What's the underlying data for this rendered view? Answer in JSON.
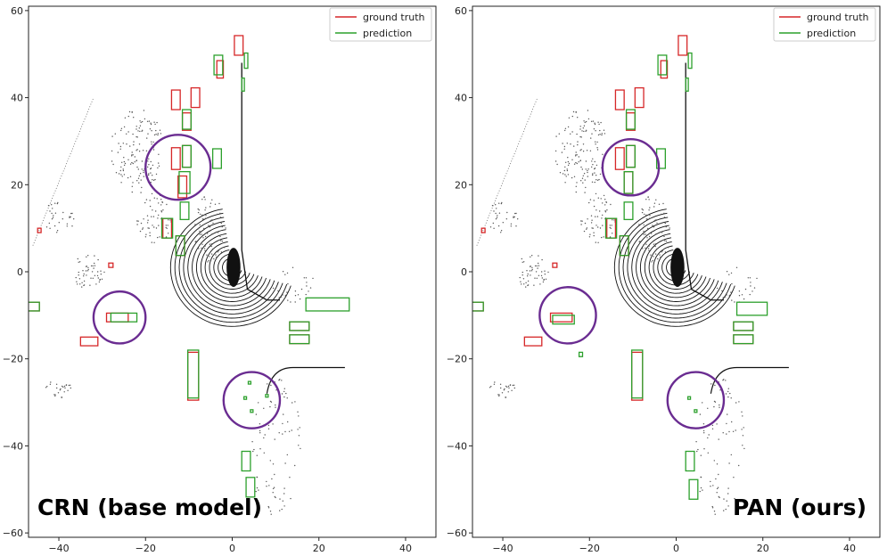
{
  "colors": {
    "ground_truth": "#d62728",
    "prediction": "#2ca02c",
    "highlight": "#6a2c91",
    "points": "#111111"
  },
  "chart_data": [
    {
      "type": "scatter",
      "caption": "CRN (base model)",
      "xlim": [
        -47,
        47
      ],
      "ylim": [
        -61,
        61
      ],
      "xticks": [
        "−40",
        "−20",
        "0",
        "20",
        "40"
      ],
      "yticks": [
        "60",
        "40",
        "20",
        "0",
        "−20",
        "−40",
        "−60"
      ],
      "legend": {
        "position": "top-right",
        "entries": [
          "ground truth",
          "prediction"
        ]
      },
      "ground_truth_boxes": [
        {
          "cx": 1.5,
          "cy": 52,
          "w": 2.0,
          "h": 4.5
        },
        {
          "cx": -2.8,
          "cy": 46.5,
          "w": 1.5,
          "h": 4.0
        },
        {
          "cx": -13,
          "cy": 39.5,
          "w": 2.0,
          "h": 4.5
        },
        {
          "cx": -8.5,
          "cy": 40,
          "w": 2.0,
          "h": 4.5
        },
        {
          "cx": -10.5,
          "cy": 34.5,
          "w": 2.0,
          "h": 4.0
        },
        {
          "cx": -13,
          "cy": 26,
          "w": 2.0,
          "h": 5.0
        },
        {
          "cx": -10.5,
          "cy": 26.5,
          "w": 2.0,
          "h": 5.0
        },
        {
          "cx": -11.5,
          "cy": 19.5,
          "w": 2.0,
          "h": 5.0
        },
        {
          "cx": -15,
          "cy": 10,
          "w": 2.0,
          "h": 4.5
        },
        {
          "cx": -12,
          "cy": 6,
          "w": 2.0,
          "h": 4.5
        },
        {
          "cx": -44.5,
          "cy": 9.5,
          "w": 0.8,
          "h": 1.0
        },
        {
          "cx": -28,
          "cy": 1.5,
          "w": 1.0,
          "h": 1.0
        },
        {
          "cx": -46,
          "cy": -8,
          "w": 3.0,
          "h": 2.0
        },
        {
          "cx": -26.5,
          "cy": -10.5,
          "w": 5.0,
          "h": 2.0
        },
        {
          "cx": -33,
          "cy": -16,
          "w": 4.0,
          "h": 2.0
        },
        {
          "cx": -9,
          "cy": -24,
          "w": 2.5,
          "h": 11.0
        },
        {
          "cx": 15.5,
          "cy": -12.5,
          "w": 4.5,
          "h": 2.0
        },
        {
          "cx": 15.5,
          "cy": -15.5,
          "w": 4.5,
          "h": 2.0
        }
      ],
      "prediction_boxes": [
        {
          "cx": -3.2,
          "cy": 47.5,
          "w": 2.0,
          "h": 4.5
        },
        {
          "cx": 3.2,
          "cy": 48.5,
          "w": 0.8,
          "h": 3.5
        },
        {
          "cx": 2.5,
          "cy": 43,
          "w": 0.6,
          "h": 3.0
        },
        {
          "cx": -10.5,
          "cy": 35,
          "w": 2.0,
          "h": 4.5
        },
        {
          "cx": -10.5,
          "cy": 26.5,
          "w": 2.0,
          "h": 5.0
        },
        {
          "cx": -3.5,
          "cy": 26,
          "w": 2.0,
          "h": 4.5
        },
        {
          "cx": -11,
          "cy": 20.5,
          "w": 2.5,
          "h": 5.0
        },
        {
          "cx": -11,
          "cy": 14,
          "w": 2.0,
          "h": 4.0
        },
        {
          "cx": -15,
          "cy": 10,
          "w": 2.5,
          "h": 4.5
        },
        {
          "cx": -12,
          "cy": 6,
          "w": 2.0,
          "h": 4.5
        },
        {
          "cx": -46,
          "cy": -8,
          "w": 3.0,
          "h": 2.0
        },
        {
          "cx": -25,
          "cy": -10.5,
          "w": 6.0,
          "h": 2.0
        },
        {
          "cx": -9,
          "cy": -23.5,
          "w": 2.5,
          "h": 11.0
        },
        {
          "cx": 22,
          "cy": -7.5,
          "w": 10.0,
          "h": 3.0
        },
        {
          "cx": 15.5,
          "cy": -12.5,
          "w": 4.5,
          "h": 2.0
        },
        {
          "cx": 15.5,
          "cy": -15.5,
          "w": 4.5,
          "h": 2.0
        },
        {
          "cx": 3.2,
          "cy": -43.5,
          "w": 2.0,
          "h": 4.5
        },
        {
          "cx": 4.2,
          "cy": -49.5,
          "w": 2.0,
          "h": 4.5
        },
        {
          "cx": 4,
          "cy": -25.5,
          "w": 0.6,
          "h": 0.6
        },
        {
          "cx": 3,
          "cy": -29,
          "w": 0.6,
          "h": 0.6
        },
        {
          "cx": 8,
          "cy": -28.5,
          "w": 0.6,
          "h": 0.6
        },
        {
          "cx": 4.5,
          "cy": -32,
          "w": 0.6,
          "h": 0.6
        }
      ],
      "circles": [
        {
          "cx": -12.5,
          "cy": 24,
          "r": 7.5
        },
        {
          "cx": -26,
          "cy": -10.5,
          "r": 6.0
        },
        {
          "cx": 4.5,
          "cy": -29.5,
          "r": 6.5
        }
      ]
    },
    {
      "type": "scatter",
      "caption": "PAN (ours)",
      "xlim": [
        -47,
        47
      ],
      "ylim": [
        -61,
        61
      ],
      "xticks": [
        "−40",
        "−20",
        "0",
        "20",
        "40"
      ],
      "yticks": [
        "60",
        "40",
        "20",
        "0",
        "−20",
        "−40",
        "−60"
      ],
      "legend": {
        "position": "top-right",
        "entries": [
          "ground truth",
          "prediction"
        ]
      },
      "ground_truth_boxes": [
        {
          "cx": 1.5,
          "cy": 52,
          "w": 2.0,
          "h": 4.5
        },
        {
          "cx": -2.8,
          "cy": 46.5,
          "w": 1.5,
          "h": 4.0
        },
        {
          "cx": -13,
          "cy": 39.5,
          "w": 2.0,
          "h": 4.5
        },
        {
          "cx": -8.5,
          "cy": 40,
          "w": 2.0,
          "h": 4.5
        },
        {
          "cx": -10.5,
          "cy": 34.5,
          "w": 2.0,
          "h": 4.0
        },
        {
          "cx": -13,
          "cy": 26,
          "w": 2.0,
          "h": 5.0
        },
        {
          "cx": -10.5,
          "cy": 26.5,
          "w": 2.0,
          "h": 5.0
        },
        {
          "cx": -11,
          "cy": 20.5,
          "w": 2.0,
          "h": 5.0
        },
        {
          "cx": -15,
          "cy": 10,
          "w": 2.0,
          "h": 4.5
        },
        {
          "cx": -12,
          "cy": 6,
          "w": 2.0,
          "h": 4.5
        },
        {
          "cx": -44.5,
          "cy": 9.5,
          "w": 0.8,
          "h": 1.0
        },
        {
          "cx": -28,
          "cy": 1.5,
          "w": 1.0,
          "h": 1.0
        },
        {
          "cx": -46,
          "cy": -8,
          "w": 3.0,
          "h": 2.0
        },
        {
          "cx": -26.5,
          "cy": -10.5,
          "w": 5.0,
          "h": 2.0
        },
        {
          "cx": -33,
          "cy": -16,
          "w": 4.0,
          "h": 2.0
        },
        {
          "cx": -9,
          "cy": -24,
          "w": 2.5,
          "h": 11.0
        },
        {
          "cx": 15.5,
          "cy": -12.5,
          "w": 4.5,
          "h": 2.0
        },
        {
          "cx": 15.5,
          "cy": -15.5,
          "w": 4.5,
          "h": 2.0
        }
      ],
      "prediction_boxes": [
        {
          "cx": -3.2,
          "cy": 47.5,
          "w": 2.0,
          "h": 4.5
        },
        {
          "cx": 3.2,
          "cy": 48.5,
          "w": 0.8,
          "h": 3.5
        },
        {
          "cx": 2.5,
          "cy": 43,
          "w": 0.6,
          "h": 3.0
        },
        {
          "cx": -10.5,
          "cy": 35,
          "w": 2.0,
          "h": 4.5
        },
        {
          "cx": -10.5,
          "cy": 26.5,
          "w": 2.0,
          "h": 5.0
        },
        {
          "cx": -3.5,
          "cy": 26,
          "w": 2.0,
          "h": 4.5
        },
        {
          "cx": -11,
          "cy": 20.5,
          "w": 2.0,
          "h": 5.0
        },
        {
          "cx": -11,
          "cy": 14,
          "w": 2.0,
          "h": 4.0
        },
        {
          "cx": -15,
          "cy": 10,
          "w": 2.5,
          "h": 4.5
        },
        {
          "cx": -12,
          "cy": 6,
          "w": 2.0,
          "h": 4.5
        },
        {
          "cx": -46,
          "cy": -8,
          "w": 3.0,
          "h": 2.0
        },
        {
          "cx": -26,
          "cy": -11,
          "w": 5.0,
          "h": 2.0
        },
        {
          "cx": -22,
          "cy": -19,
          "w": 0.8,
          "h": 1.0
        },
        {
          "cx": -9,
          "cy": -23.5,
          "w": 2.5,
          "h": 11.0
        },
        {
          "cx": 17.5,
          "cy": -8.5,
          "w": 7.0,
          "h": 3.0
        },
        {
          "cx": 15.5,
          "cy": -12.5,
          "w": 4.5,
          "h": 2.0
        },
        {
          "cx": 15.5,
          "cy": -15.5,
          "w": 4.5,
          "h": 2.0
        },
        {
          "cx": 3.2,
          "cy": -43.5,
          "w": 2.0,
          "h": 4.5
        },
        {
          "cx": 4,
          "cy": -50,
          "w": 2.0,
          "h": 4.5
        },
        {
          "cx": 3,
          "cy": -29,
          "w": 0.6,
          "h": 0.6
        },
        {
          "cx": 4.5,
          "cy": -32,
          "w": 0.6,
          "h": 0.6
        }
      ],
      "circles": [
        {
          "cx": -10.5,
          "cy": 24,
          "r": 6.5
        },
        {
          "cx": -25,
          "cy": -10,
          "r": 6.5
        },
        {
          "cx": 4.5,
          "cy": -29.5,
          "r": 6.5
        }
      ]
    }
  ]
}
